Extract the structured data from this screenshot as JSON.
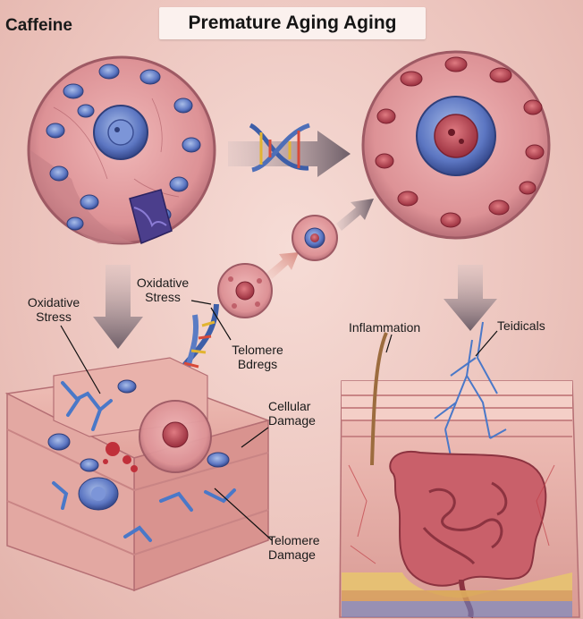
{
  "title": "Premature Aging Aging",
  "corner_label": "Caffeine",
  "labels": {
    "oxidative_stress_left": [
      "Oxidative",
      "Stress"
    ],
    "oxidative_stress_mid": [
      "Oxidative",
      "Stress"
    ],
    "telomere_bdregs": [
      "Telomere",
      "Bdregs"
    ],
    "cellular_damage": [
      "Cellular",
      "Damage"
    ],
    "telomere_damage": [
      "Telomere",
      "Damage"
    ],
    "inflammation": "Inflammation",
    "teidicals": "Teidicals"
  },
  "colors": {
    "cell_pink": "#e6a0a4",
    "nucleus_blue": "#5c76c2",
    "nucleus_red": "#b2404e",
    "arrow_gray": "#7c6e76",
    "intestine": "#c9606a",
    "vessel_blue": "#4a78c8"
  }
}
